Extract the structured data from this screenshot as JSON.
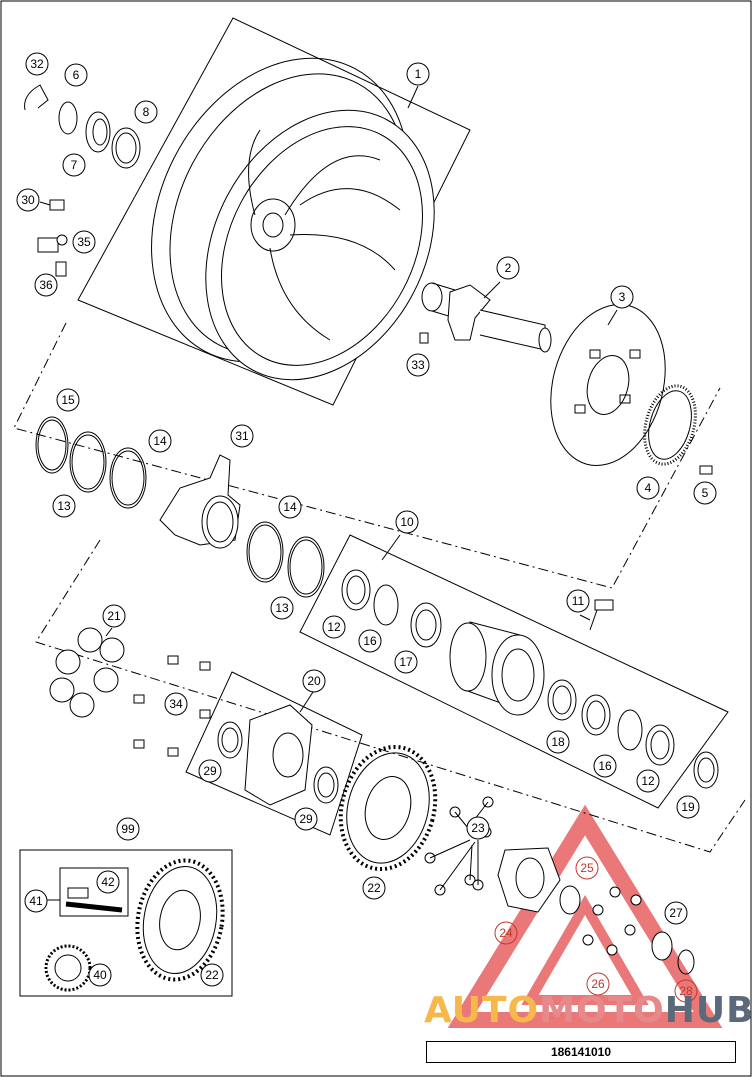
{
  "diagram": {
    "callouts": [
      {
        "id": "c1",
        "text": "1"
      },
      {
        "id": "c2",
        "text": "2"
      },
      {
        "id": "c3",
        "text": "3"
      },
      {
        "id": "c4",
        "text": "4"
      },
      {
        "id": "c5",
        "text": "5"
      },
      {
        "id": "c6",
        "text": "6"
      },
      {
        "id": "c7",
        "text": "7"
      },
      {
        "id": "c8",
        "text": "8"
      },
      {
        "id": "c10",
        "text": "10"
      },
      {
        "id": "c11",
        "text": "11"
      },
      {
        "id": "c12a",
        "text": "12"
      },
      {
        "id": "c12b",
        "text": "12"
      },
      {
        "id": "c13a",
        "text": "13"
      },
      {
        "id": "c13b",
        "text": "13"
      },
      {
        "id": "c14a",
        "text": "14"
      },
      {
        "id": "c14b",
        "text": "14"
      },
      {
        "id": "c15",
        "text": "15"
      },
      {
        "id": "c16a",
        "text": "16"
      },
      {
        "id": "c16b",
        "text": "16"
      },
      {
        "id": "c17",
        "text": "17"
      },
      {
        "id": "c18",
        "text": "18"
      },
      {
        "id": "c19",
        "text": "19"
      },
      {
        "id": "c20",
        "text": "20"
      },
      {
        "id": "c21",
        "text": "21"
      },
      {
        "id": "c22a",
        "text": "22"
      },
      {
        "id": "c22b",
        "text": "22"
      },
      {
        "id": "c23",
        "text": "23"
      },
      {
        "id": "c24",
        "text": "24"
      },
      {
        "id": "c25",
        "text": "25"
      },
      {
        "id": "c26",
        "text": "26"
      },
      {
        "id": "c27",
        "text": "27"
      },
      {
        "id": "c28",
        "text": "28"
      },
      {
        "id": "c29a",
        "text": "29"
      },
      {
        "id": "c29b",
        "text": "29"
      },
      {
        "id": "c30",
        "text": "30"
      },
      {
        "id": "c31",
        "text": "31"
      },
      {
        "id": "c32",
        "text": "32"
      },
      {
        "id": "c33",
        "text": "33"
      },
      {
        "id": "c34",
        "text": "34"
      },
      {
        "id": "c35",
        "text": "35"
      },
      {
        "id": "c36",
        "text": "36"
      },
      {
        "id": "c40",
        "text": "40"
      },
      {
        "id": "c41",
        "text": "41"
      },
      {
        "id": "c42",
        "text": "42"
      },
      {
        "id": "c99",
        "text": "99"
      }
    ],
    "drawing_code": "186141010"
  },
  "watermark": {
    "part1": "AUTO",
    "part2": "MOTO",
    "part3": "HUB",
    "colors": {
      "auto": "#f6b84a",
      "moto": "#e7898a",
      "hub": "#5b6a7a",
      "triangle": "#e34b4b"
    }
  }
}
